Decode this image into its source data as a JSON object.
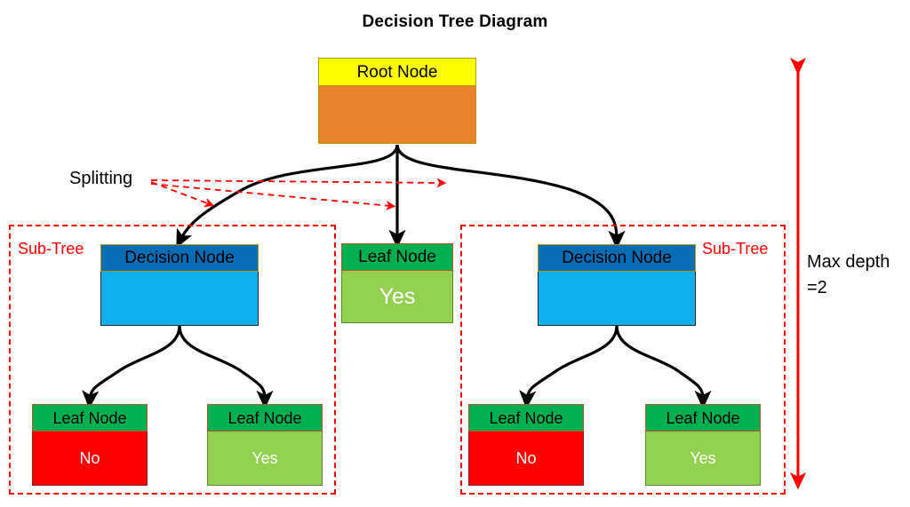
{
  "title": "Decision Tree Diagram",
  "annotations": {
    "splitting": "Splitting",
    "subtree_left": "Sub-Tree",
    "subtree_right": "Sub-Tree",
    "max_depth_line1": "Max depth",
    "max_depth_line2": "=2"
  },
  "tree": {
    "root": {
      "header": "Root Node",
      "value": "",
      "header_color": "#ffff00",
      "body_color": "#e8822d"
    },
    "level1": [
      {
        "type": "decision",
        "header": "Decision Node",
        "value": "",
        "header_color": "#0a6cb4",
        "body_color": "#10b0ef"
      },
      {
        "type": "leaf",
        "header": "Leaf Node",
        "value": "Yes",
        "header_color": "#00b050",
        "body_color": "#92d050"
      },
      {
        "type": "decision",
        "header": "Decision Node",
        "value": "",
        "header_color": "#0a6cb4",
        "body_color": "#10b0ef"
      }
    ],
    "level2": [
      {
        "type": "leaf",
        "header": "Leaf Node",
        "value": "No",
        "header_color": "#00b050",
        "body_color": "#ff0000"
      },
      {
        "type": "leaf",
        "header": "Leaf Node",
        "value": "Yes",
        "header_color": "#00b050",
        "body_color": "#92d050"
      },
      {
        "type": "leaf",
        "header": "Leaf Node",
        "value": "No",
        "header_color": "#00b050",
        "body_color": "#ff0000"
      },
      {
        "type": "leaf",
        "header": "Leaf Node",
        "value": "Yes",
        "header_color": "#00b050",
        "body_color": "#92d050"
      }
    ]
  },
  "colors": {
    "edge": "#000000",
    "annotation_red": "#ff0000",
    "text_dark": "#000000",
    "text_light": "#ffffff"
  }
}
